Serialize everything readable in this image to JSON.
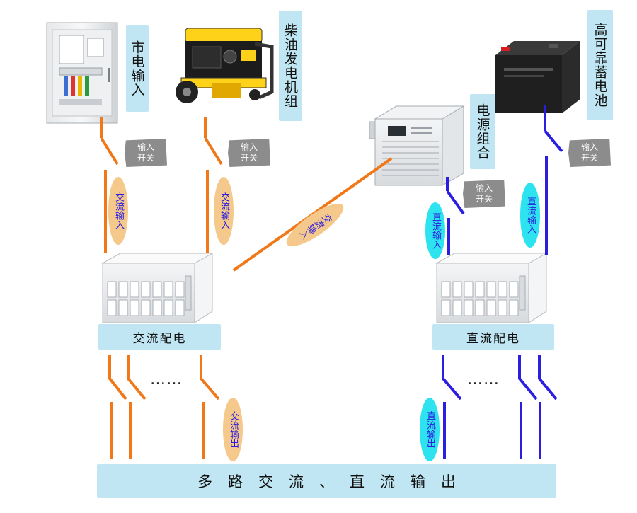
{
  "sources": {
    "mains": "市电输入",
    "diesel": "柴油发电机组",
    "power_combo": "电源组合",
    "battery": "高可靠蓄电池"
  },
  "switch_label": [
    "输入",
    "开关"
  ],
  "ovals": {
    "ac_in": "交流输入",
    "dc_in": "直流输入",
    "ac_out": "交流输出",
    "dc_out": "直流输出"
  },
  "distribution": {
    "ac": "交流配电",
    "dc": "直流配电"
  },
  "ellipsis": "……",
  "output_bar": "多路交流、直流输出",
  "colors": {
    "ac_line": "#f07818",
    "dc_line": "#2a1ee0",
    "label_bg": "#bfe6f2",
    "ac_oval": "#f5c98c",
    "dc_oval": "#2de3f0",
    "switch_tag": "#8c8c8c"
  }
}
